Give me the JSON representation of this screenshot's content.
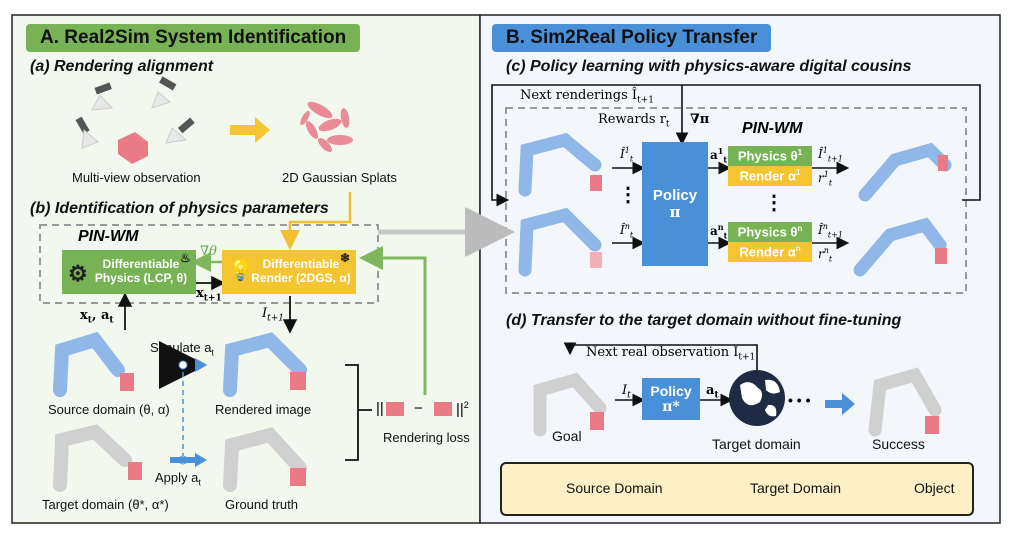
{
  "colors": {
    "green": "#77b255",
    "yellow": "#f5c431",
    "blue": "#4a90d9",
    "robot_blue": "#8fb7e8",
    "robot_grey": "#d0d0d0",
    "object_pink": "#e97a86",
    "panel_a_bg": "#f2f8ee",
    "panel_b_bg": "#f3f6fb",
    "legend_bg": "#fdf0c4"
  },
  "panel_a": {
    "title": "A. Real2Sim System Identification",
    "sub_a": "(a) Rendering alignment",
    "multiview": "Multi-view observation",
    "splats": "2D Gaussian Splats",
    "sub_b": "(b) Identification of physics parameters",
    "pinwm": "PIN-WM",
    "grad_theta": "∇θ",
    "diff_physics": [
      "Differentiable",
      "Physics (LCP, θ)"
    ],
    "diff_render": [
      "Differentiable",
      "Render (2DGS, α)"
    ],
    "x_t1": "x",
    "x_t1_sub": "t+1",
    "x_t_a_t": "x",
    "x_t_a_t_rest": ", a",
    "i_t1": "I",
    "i_t1_sub": "t+1",
    "simulate": "Simulate a",
    "apply": "Apply a",
    "t_sub": "t",
    "source_domain": "Source domain (θ, α)",
    "target_domain": "Target domain (θ*, α*)",
    "rendered_image": "Rendered image",
    "ground_truth": "Ground truth",
    "rendering_loss": "Rendering loss",
    "norm_l": "||",
    "norm_r": "||",
    "norm_exp": "2",
    "minus": "−"
  },
  "panel_b": {
    "title": "B. Sim2Real Policy Transfer",
    "sub_c": "(c) Policy learning with physics-aware digital cousins",
    "next_renderings": "Next renderings Î",
    "next_renderings_sub": "t+1",
    "rewards": "Rewards r",
    "rewards_sub": "t",
    "grad_pi": "∇π",
    "pinwm": "PIN-WM",
    "policy": "Policy",
    "pi": "π",
    "physics1": "Physics θ",
    "physics1_sup": "1",
    "render1": "Render α",
    "render1_sup": "1",
    "physicsn": "Physics θ",
    "physicsn_sup": "n",
    "rendern": "Render α",
    "rendern_sup": "n",
    "in1": "Î",
    "in1_sup": "1",
    "inn_sup": "n",
    "a1": "a",
    "a1_sup": "1",
    "an_sup": "n",
    "out1": "Î",
    "out1_sup": "1",
    "outn_sup": "n",
    "r1": "r",
    "r1_sup": "1",
    "rn_sup": "n",
    "t_sub": "t",
    "t1_sub": "t+1",
    "dots": "⋮",
    "sub_d": "(d) Transfer to the target domain without fine-tuning",
    "next_real": "Next real observation I",
    "next_real_sub": "t+1",
    "goal": "Goal",
    "it": "I",
    "at": "a",
    "policy_star": "Policy",
    "pi_star": "π*",
    "target_domain": "Target domain",
    "ellipsis": "• • •",
    "success": "Success"
  },
  "legend": {
    "source": "Source Domain",
    "target": "Target Domain",
    "object": "Object"
  }
}
